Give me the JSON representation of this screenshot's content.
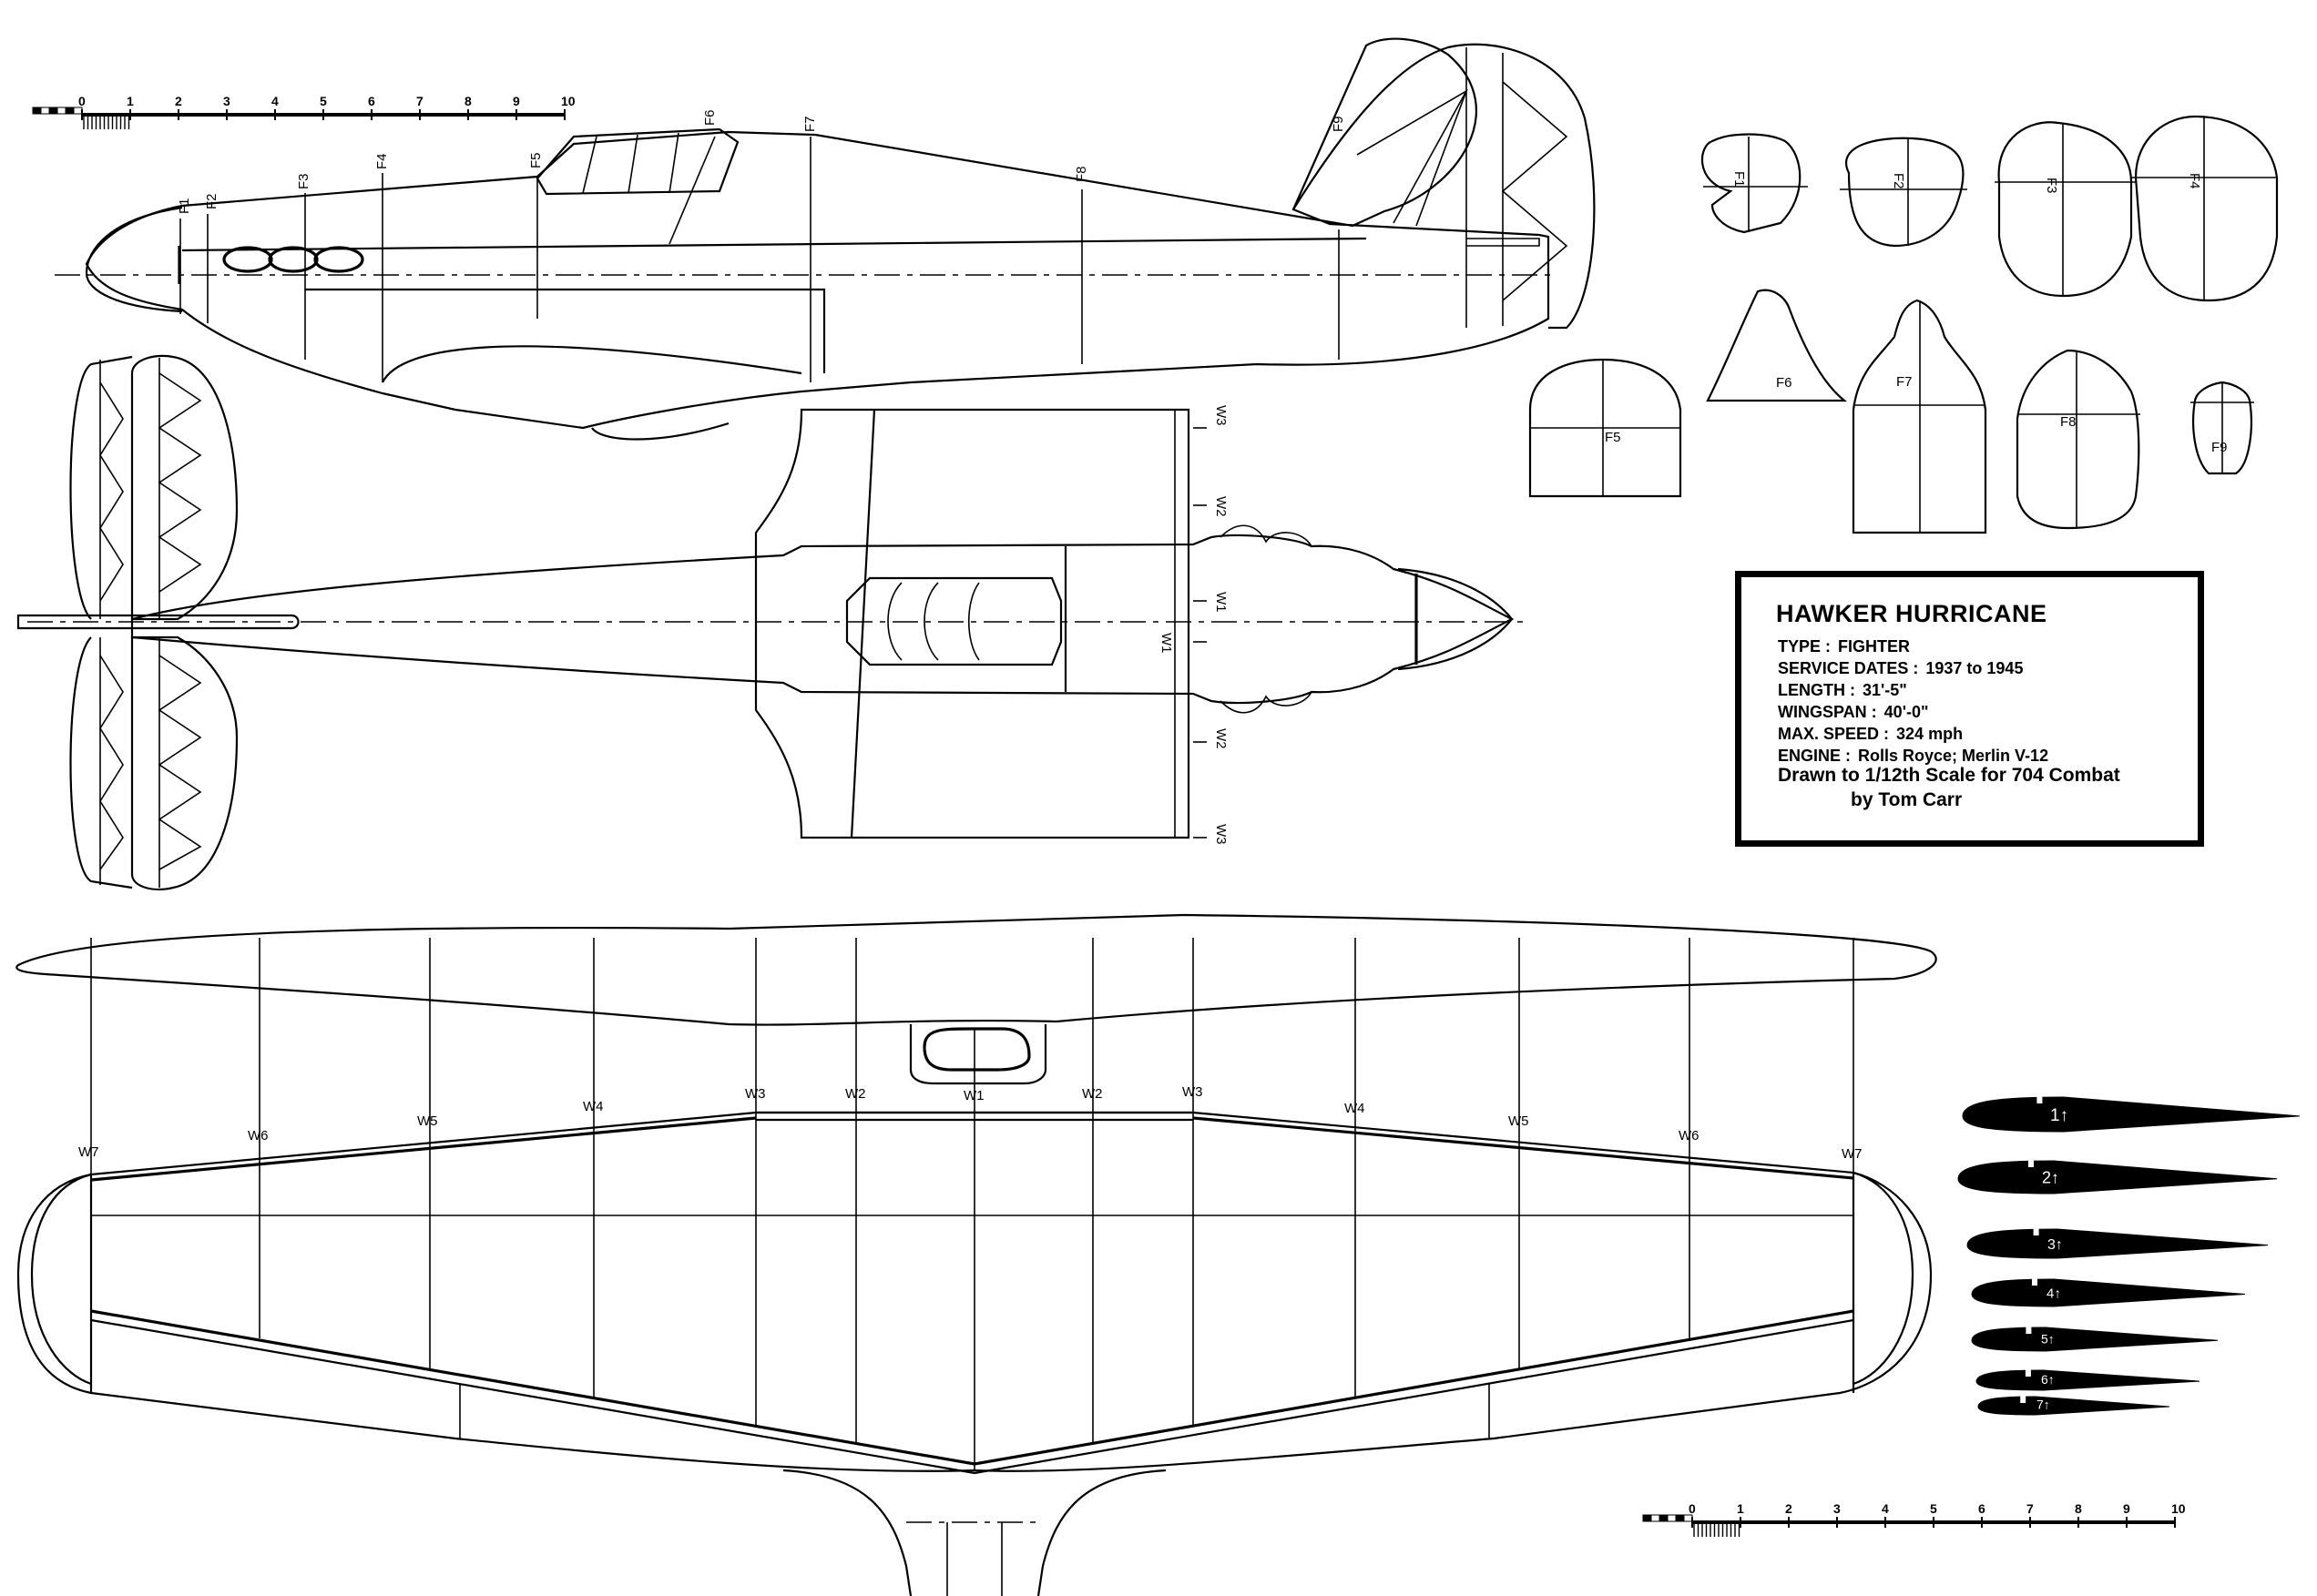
{
  "scale_bars": {
    "ticks": [
      "0",
      "1",
      "2",
      "3",
      "4",
      "5",
      "6",
      "7",
      "8",
      "9",
      "10"
    ]
  },
  "former_labels": [
    "F1",
    "F2",
    "F3",
    "F4",
    "F5",
    "F6",
    "F7",
    "F8",
    "F9"
  ],
  "rib_labels": {
    "plan_side": [
      "W3",
      "W2",
      "W1",
      "W1",
      "W2",
      "W3"
    ],
    "wing": [
      "W7",
      "W6",
      "W5",
      "W4",
      "W3",
      "W2",
      "W1",
      "W2",
      "W3",
      "W4",
      "W5",
      "W6",
      "W7"
    ]
  },
  "airfoil_labels": [
    "1↑",
    "2↑",
    "3↑",
    "4↑",
    "5↑",
    "6↑",
    "7↑"
  ],
  "info": {
    "title": "HAWKER  HURRICANE",
    "specs": [
      {
        "key": "TYPE :",
        "value": "FIGHTER"
      },
      {
        "key": "SERVICE DATES :",
        "value": "1937 to 1945"
      },
      {
        "key": "LENGTH :",
        "value": "31'-5\""
      },
      {
        "key": "WINGSPAN :",
        "value": "40'-0\""
      },
      {
        "key": "MAX. SPEED :",
        "value": "324 mph"
      },
      {
        "key": "ENGINE :",
        "value": "Rolls Royce; Merlin  V-12"
      }
    ],
    "credit_line1": "Drawn to 1/12th Scale for 704 Combat",
    "credit_line2": "by Tom Carr"
  }
}
